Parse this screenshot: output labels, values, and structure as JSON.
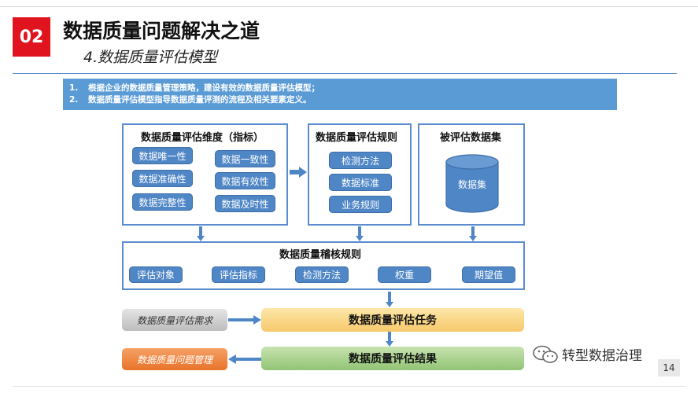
{
  "header": {
    "number": "02",
    "title": "数据质量问题解决之道",
    "subtitle": "4.数据质量评估模型"
  },
  "notes": [
    {
      "index": "1.",
      "text": "根据企业的数据质量管理策略，建设有效的数据质量评估模型；"
    },
    {
      "index": "2.",
      "text": "数据质量评估模型指导数据质量评测的流程及相关要素定义。"
    }
  ],
  "dimensions": {
    "title": "数据质量评估维度（指标）",
    "items": [
      "数据唯一性",
      "数据一致性",
      "数据准确性",
      "数据有效性",
      "数据完整性",
      "数据及时性"
    ]
  },
  "rules": {
    "title": "数据质量评估规则",
    "items": [
      "检测方法",
      "数据标准",
      "业务规则"
    ]
  },
  "dataset": {
    "title": "被评估数据集",
    "cylinder_label": "数据集"
  },
  "audit": {
    "title": "数据质量稽核规则",
    "items": [
      "评估对象",
      "评估指标",
      "检测方法",
      "权重",
      "期望值"
    ]
  },
  "flow": {
    "demand": "数据质量评估需求",
    "task": "数据质量评估任务",
    "issue": "数据质量问题管理",
    "result": "数据质量评估结果"
  },
  "watermark": "转型数据治理",
  "page_number": "14",
  "colors": {
    "accent_red": "#e0141e",
    "blue": "#4f86c6",
    "note_blue": "#5b9bd5",
    "task_yellow": "#f7c96b",
    "result_green": "#92c474",
    "issue_orange": "#e8742a"
  }
}
